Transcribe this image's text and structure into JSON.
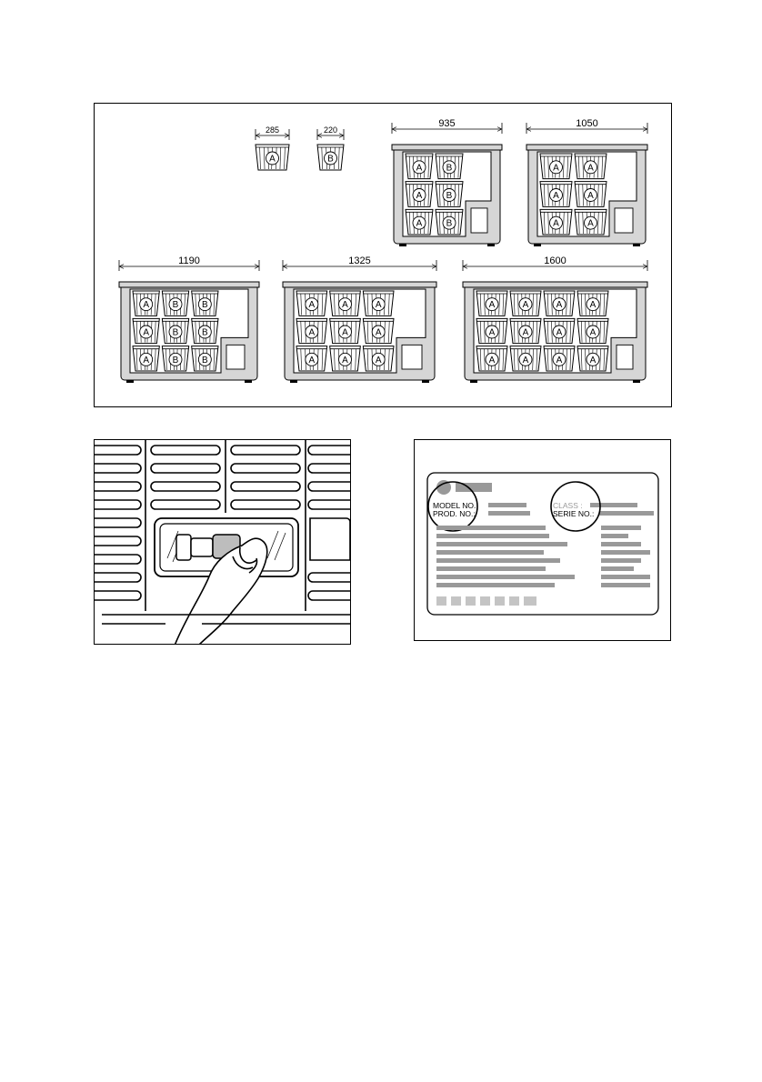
{
  "baskets_figure": {
    "basket_types": [
      {
        "label": "A",
        "width": "285"
      },
      {
        "label": "B",
        "width": "220"
      }
    ],
    "freezers": [
      {
        "width": "935",
        "columns": [
          "A",
          "B"
        ],
        "rows": 3
      },
      {
        "width": "1050",
        "columns": [
          "A",
          "A"
        ],
        "rows": 3
      },
      {
        "width": "1190",
        "columns": [
          "A",
          "B",
          "B"
        ],
        "rows": 3
      },
      {
        "width": "1325",
        "columns": [
          "A",
          "A",
          "A"
        ],
        "rows": 3
      },
      {
        "width": "1600",
        "columns": [
          "A",
          "A",
          "A",
          "A"
        ],
        "rows": 3
      }
    ]
  },
  "drain_figure": {
    "description_icon": "hand-pulling-drain-plug-icon"
  },
  "rating_plate": {
    "model_label": "MODEL NO.",
    "prod_label": "PROD. NO.:",
    "class_label": "CLASS :",
    "serie_label": "SERIE NO.:"
  },
  "colors": {
    "cabinet_fill": "#d6d6d6",
    "line": "#000000",
    "placeholder_bar": "#999999"
  }
}
